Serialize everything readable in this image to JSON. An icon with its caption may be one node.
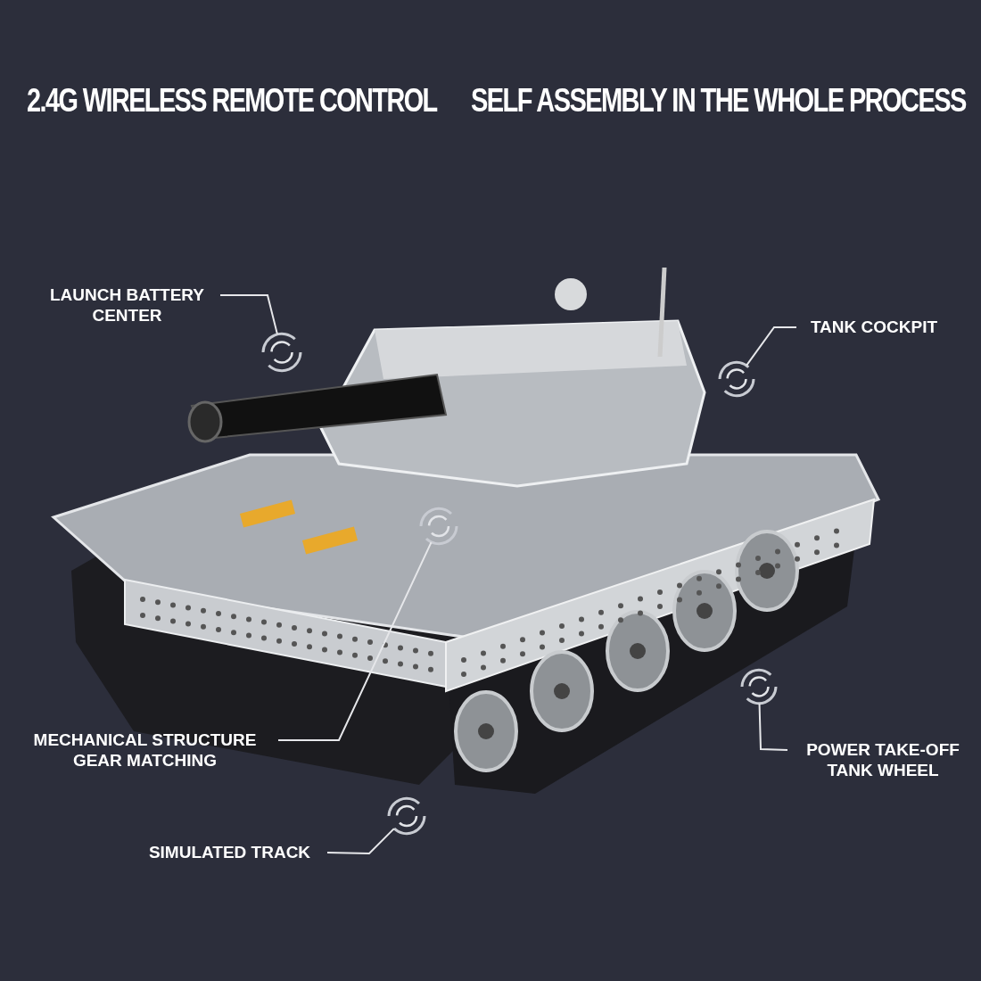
{
  "diagram": {
    "nodes": [
      {
        "text": [
          "LAUNCH BATTERY CENTER"
        ]
      },
      {
        "text": [],
        "shape": "circle"
      },
      {
        "text": [
          "TANK COCKPIT"
        ]
      },
      {
        "text": [],
        "shape": "circle"
      },
      {
        "text": [
          "MECHANICAL STRUCTURE GEAR MATCHING"
        ]
      },
      {
        "text": [],
        "shape": "circle"
      },
      {
        "text": [
          "POWER TAKE-OFF TANK WHEEL"
        ]
      },
      {
        "text": [],
        "shape": "circle"
      },
      {
        "text": [
          "SIMULATED TRACK"
        ]
      },
      {
        "text": [],
        "shape": "circle"
      }
    ],
    "edges": [
      {
        "from": 0,
        "to": 1,
        "arrow": "none"
      },
      {
        "from": 2,
        "to": 3,
        "arrow": "none"
      },
      {
        "from": 4,
        "to": 5,
        "arrow": "none"
      },
      {
        "from": 6,
        "to": 7,
        "arrow": "none"
      },
      {
        "from": 8,
        "to": 9,
        "arrow": "none"
      }
    ],
    "labels": [
      "2.4G WIRELESS REMOTE CONTROL",
      "SELF ASSEMBLY IN THE WHOLE PROCESS"
    ]
  }
}
